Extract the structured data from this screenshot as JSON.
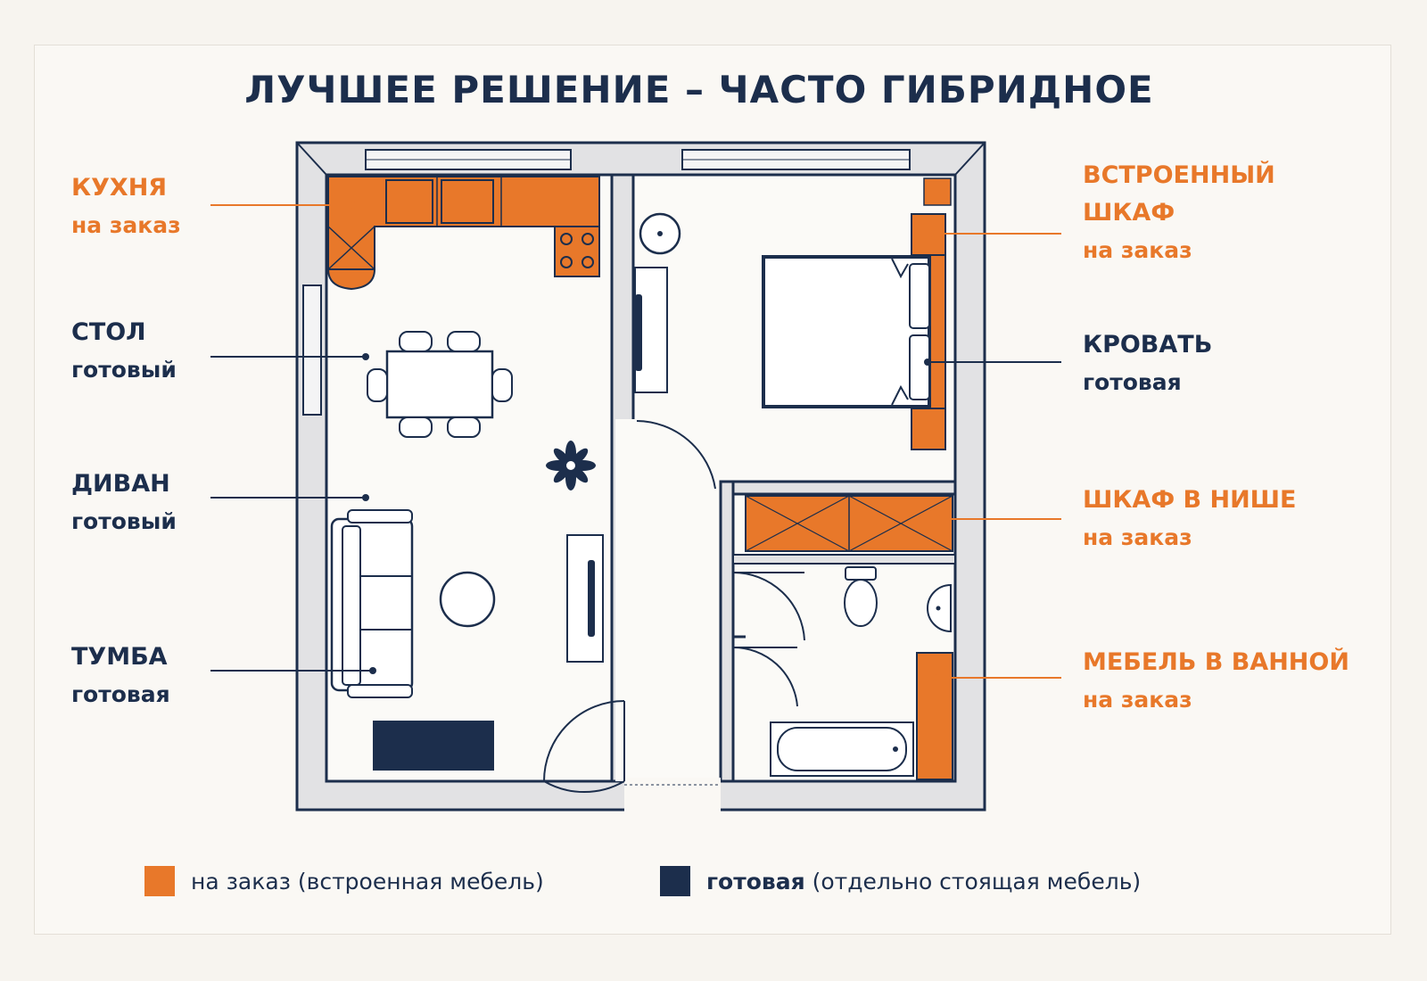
{
  "title": "ЛУЧШЕЕ РЕШЕНИЕ – ЧАСТО ГИБРИДНОЕ",
  "colors": {
    "custom": "#e8782a",
    "ready": "#1c2e4c",
    "wall": "#e2e2e4"
  },
  "labels_left": [
    {
      "name": "КУХНЯ",
      "status": "на заказ",
      "kind": "custom"
    },
    {
      "name": "СТОЛ",
      "status": "готовый",
      "kind": "ready"
    },
    {
      "name": "ДИВАН",
      "status": "готовый",
      "kind": "ready"
    },
    {
      "name": "ТУМБА",
      "status": "готовая",
      "kind": "ready"
    }
  ],
  "labels_right": [
    {
      "name_line1": "ВСТРОЕННЫЙ",
      "name_line2": "ШКАФ",
      "status": "на заказ",
      "kind": "custom"
    },
    {
      "name": "КРОВАТЬ",
      "status": "готовая",
      "kind": "ready"
    },
    {
      "name": "ШКАФ В НИШЕ",
      "status": "на заказ",
      "kind": "custom"
    },
    {
      "name": "МЕБЕЛЬ В ВАННОЙ",
      "status": "на заказ",
      "kind": "custom"
    }
  ],
  "legend": {
    "custom_bold": "",
    "custom_text": "на заказ (встроенная мебель)",
    "ready_bold": "готовая",
    "ready_text": " (отдельно стоящая мебель)"
  }
}
